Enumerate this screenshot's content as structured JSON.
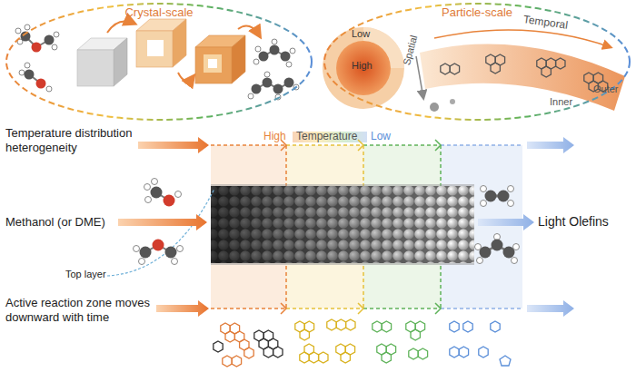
{
  "diagram": {
    "nodes": [
      {
        "text": [
          "Crystal-scale"
        ]
      },
      {
        "text": [
          "Particle-scale",
          "Low",
          "High",
          "Temporal",
          "Spatial",
          "Inner",
          "Outer"
        ]
      }
    ],
    "labels": [
      "Temperature distribution heterogeneity",
      "High",
      "Temperature",
      "Low",
      "Methanol (or DME)",
      "Top layer",
      "Active reaction zone moves downward with time",
      "Light Olefins"
    ]
  }
}
